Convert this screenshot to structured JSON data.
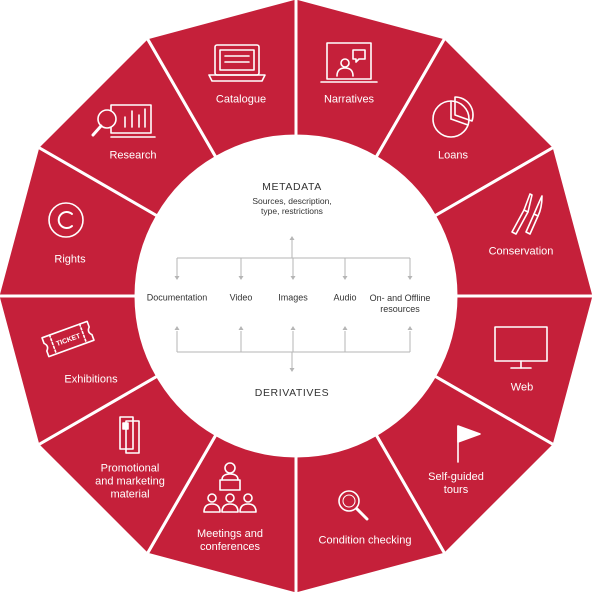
{
  "colors": {
    "segment": "#c5203a",
    "divider": "#ffffff",
    "connector": "#b5b5b5",
    "text_dark": "#333333"
  },
  "segments": [
    {
      "label": "Catalogue",
      "icon": "laptop-icon"
    },
    {
      "label": "Narratives",
      "icon": "presentation-screen-icon"
    },
    {
      "label": "Loans",
      "icon": "pie-chart-icon"
    },
    {
      "label": "Conservation",
      "icon": "brushes-icon"
    },
    {
      "label": "Web",
      "icon": "monitor-icon"
    },
    {
      "label": "Self-guided\ntours",
      "icon": "flag-icon"
    },
    {
      "label": "Condition checking",
      "icon": "magnifier-icon"
    },
    {
      "label": "Meetings and\nconferences",
      "icon": "audience-icon"
    },
    {
      "label": "Promotional\nand marketing\nmaterial",
      "icon": "brochure-icon"
    },
    {
      "label": "Exhibitions",
      "icon": "ticket-icon"
    },
    {
      "label": "Rights",
      "icon": "copyright-icon"
    },
    {
      "label": "Research",
      "icon": "magnifier-chart-icon"
    }
  ],
  "center": {
    "metadata_title": "METADATA",
    "metadata_subtitle": "Sources, description,\ntype, restrictions",
    "derivatives_title": "DERIVATIVES",
    "columns": [
      "Documentation",
      "Video",
      "Images",
      "Audio",
      "On- and Offline\nresources"
    ]
  }
}
